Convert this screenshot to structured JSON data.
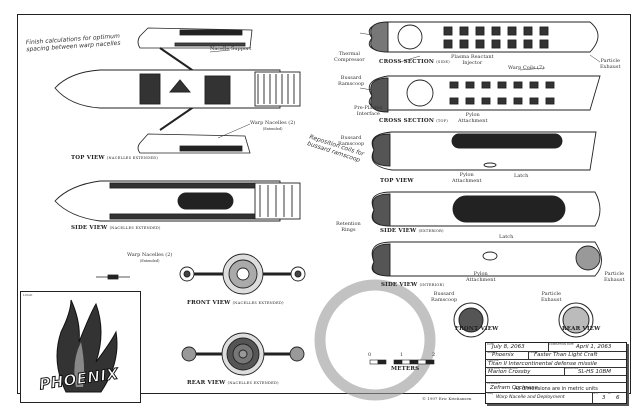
{
  "sheet": {
    "handwritten_notes": {
      "top_left": [
        "Finish calculations for optimum",
        "spacing between warp nacelles"
      ],
      "middle": [
        "Reposition coils for",
        "bussard ramscoop"
      ]
    },
    "left_views": {
      "top_view": {
        "title": "TOP VIEW",
        "subtitle": "(NACELLES EXTENDED)"
      },
      "side_view": {
        "title": "SIDE VIEW",
        "subtitle": "(NACELLES EXTENDED)"
      },
      "front_view": {
        "title": "FRONT VIEW",
        "subtitle": "(NACELLES EXTENDED)"
      },
      "rear_view": {
        "title": "REAR VIEW",
        "subtitle": "(NACELLES EXTENDED)"
      },
      "callouts": {
        "nacelle_support": "Nacelle Support",
        "warp_nacelles_top": [
          "Warp Nacelles (2)",
          "(Extended)"
        ],
        "warp_nacelles_front": [
          "Warp Nacelles (2)",
          "(Extended)"
        ]
      }
    },
    "right_views": {
      "cross_section_side": {
        "title": "CROSS SECTION",
        "subtitle": "(SIDE)"
      },
      "cross_section_top": {
        "title": "CROSS SECTION",
        "subtitle": "(TOP)"
      },
      "top_view": {
        "title": "TOP VIEW"
      },
      "side_view": {
        "title": "SIDE VIEW",
        "subtitle": "(EXTERIOR)"
      },
      "side_view_interior": {
        "title": "SIDE VIEW",
        "subtitle": "(INTERIOR)"
      },
      "front_view": {
        "title": "FRONT VIEW"
      },
      "rear_view": {
        "title": "REAR VIEW"
      },
      "callouts": {
        "thermal_compressor": [
          "Thermal",
          "Compressor"
        ],
        "plasma_reactant_injector": [
          "Plasma Reactant",
          "Injector"
        ],
        "particle_exhaust": [
          "Particle",
          "Exhaust"
        ],
        "bussard_ramscoop": [
          "Bussard",
          "Ramscoop"
        ],
        "warp_coils": "Warp Coils (7)",
        "pre_plasma_interface": [
          "Pre-Plasma",
          "Interface"
        ],
        "pylon_attachment": [
          "Pylon",
          "Attachment"
        ],
        "latch": "Latch",
        "retention_rings": [
          "Retention",
          "Rings"
        ]
      }
    },
    "logo": {
      "label": "LOGO",
      "text": "PHOENIX"
    },
    "scale_bar": {
      "ticks": [
        "0",
        "1",
        "2"
      ],
      "unit": "METERS"
    },
    "copyright": "© 1997 Eric Kristiansen",
    "title_block": {
      "date_label": "DATE",
      "date": "July 8, 2063",
      "completed_label": "COMPLETION DATE",
      "completed": "April 1, 2063",
      "name_label": "NAME",
      "name": "Phoenix",
      "class_label": "CLASS",
      "class": "Faster Than Light Craft",
      "purpose_label": "PURPOSE",
      "purpose": "Titan II Intercontinental defense missile",
      "assembly_label": "ASSEMBLY SUPERVISOR",
      "assembly": "Marion Crossby",
      "location_label": "LOCATION",
      "location": "SL-HS 10BM",
      "note": "All dimensions are in metric units",
      "designer_label": "DESIGNER",
      "designer": "Zefram Cochrane",
      "subject_label": "SUBJ",
      "subject": "Warp Nacelle and Deployment",
      "sheet_label": "SHT",
      "sheet": "3",
      "of_label": "OF",
      "of": "6"
    },
    "colors": {
      "ink": "#222222",
      "paper": "#ffffff",
      "stain": "#8a8a8a"
    }
  }
}
